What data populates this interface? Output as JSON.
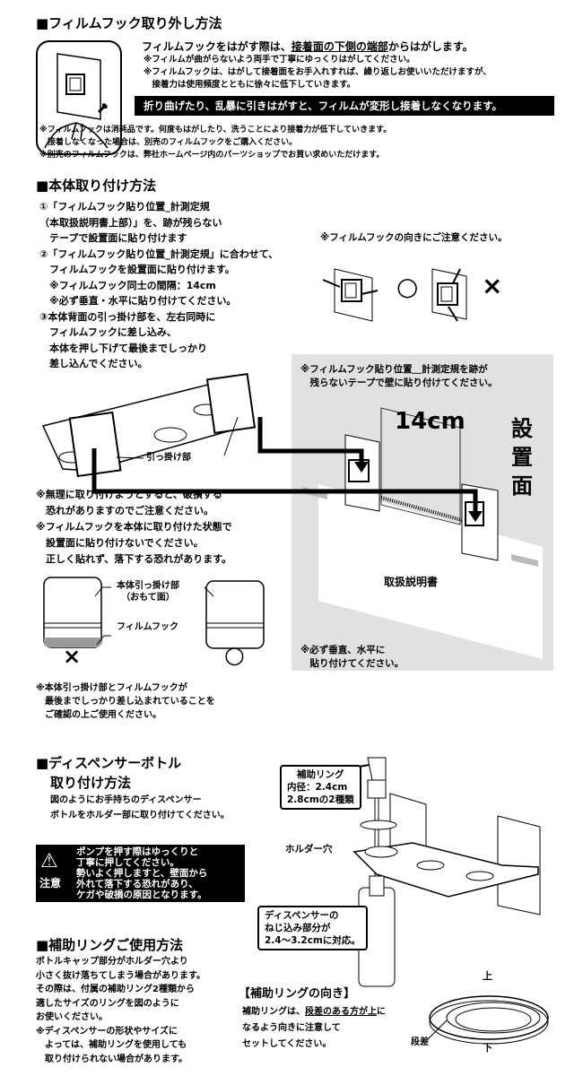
{
  "removal": {
    "title": "■フィルムフック取り外し方法",
    "lead_prefix": "フィルムフックをはがす際は、",
    "lead_emph": "接着面の下側の端部",
    "lead_suffix": "からはがします。",
    "notes": [
      "※フィルムが曲がらないよう両手で丁寧にゆっくりはがしてください。",
      "※フィルムフックは、はがして接着面をお手入れすれば、繰り返しお使いいただけますが、",
      "　接着力は使用頻度とともに徐々に低下していきます。"
    ],
    "warning": "折り曲げたり、乱暴に引きはがすと、フィルムが変形し接着しなくなります。",
    "footnotes": [
      "※フィルムフックは消耗品です。何度もはがしたり、洗うことにより接着力が低下していきます。",
      "　接着しなくなった場合は、別売のフィルムフックをご購入ください。",
      "※別売のフィルムフックは、弊社ホームページ内のパーツショップでお買い求めいただけます。"
    ]
  },
  "mount": {
    "title": "■本体取り付け方法",
    "steps": [
      "①「フィルムフック貼り位置_計測定規",
      "（本取扱説明書上部）」を、跡が残らない",
      "　テープで設置面に貼り付けます",
      "②「フィルムフック貼り位置_計測定規」に合わせて、",
      "　フィルムフックを設置面に貼り付けます。",
      "　※フィルムフック同士の間隔：14cm",
      "　※必ず垂直・水平に貼り付けてください。",
      "③本体背面の引っ掛け部を、左右同時に",
      "　フィルムフックに差し込み、",
      "　本体を押し下げて最後までしっかり",
      "　差し込んでください。"
    ],
    "orientation_note": "※フィルムフックの向きにご注意ください。",
    "ok_mark": "○",
    "ng_mark": "×",
    "hook_label": "引っ掛け部",
    "cautions": [
      "※無理に取り付けようとすると、破損する",
      "　恐れがありますのでご注意ください。",
      "※フィルムフックを本体に取り付けた状態で",
      "　設置面に貼り付けないでください。",
      "　正しく貼れず、落下する恐れがあります。"
    ],
    "body_hook_label": [
      "本体引っ掛け部",
      "（おもて面）"
    ],
    "film_hook_label": "フィルムフック",
    "final_note": [
      "※本体引っ掛け部とフィルムフックが",
      "　最後までしっかり差し込まれていることを",
      "　ご確認の上ご使用ください。"
    ],
    "panel": {
      "note": [
        "※フィルムフック貼り位置＿計測定規を跡が",
        "　残らないテープで壁に貼り付けてください。"
      ],
      "distance": "14cm",
      "surface_label": [
        "設",
        "置",
        "面"
      ],
      "manual_label": "取扱説明書",
      "bottom_note": [
        "※必ず垂直、水平に",
        "　貼り付けてください。"
      ]
    }
  },
  "dispenser": {
    "title_line1": "■ディスペンサーボトル",
    "title_line2": "取り付け方法",
    "body": [
      "図のようにお手持ちのディスペンサー",
      "ボトルをホルダー部に取り付けてください。"
    ],
    "caution_label": "注意",
    "caution": [
      "ポンプを押す際はゆっくりと",
      "丁寧に押してください。",
      "勢いよく押しますと、壁面から",
      "外れて落下する恐れがあり、",
      "ケガや破損の原因となります。"
    ],
    "ring_callout": {
      "title": "補助リング",
      "lines": [
        "内径：2.4cm",
        "2.8cmの2種類"
      ]
    },
    "holder_hole": "ホルダー穴",
    "thread_callout": [
      "ディスペンサーの",
      "ねじ込み部分が",
      "2.4〜3.2cmに対応。"
    ]
  },
  "ring": {
    "title": "■補助リングご使用方法",
    "body": [
      "ボトルキャップ部分がホルダー穴より",
      "小さく抜け落ちてしまう場合があります。",
      "その際は、付属の補助リング2種類から",
      "適したサイズのリングを図のように",
      "お使いください。",
      "※ディスペンサーの形状やサイズに",
      "　よっては、補助リングを使用しても",
      "　取り付けられない場合があります。"
    ],
    "orientation_title": "【補助リングの向き】",
    "orientation_prefix": "補助リングは、",
    "orientation_emph": "段差のある方が上",
    "orientation_suffix": "に",
    "orientation_lines": [
      "なるよう向きに注意して",
      "セットしてください。"
    ],
    "top_label": "上",
    "bottom_label": "下",
    "step_label": "段差"
  }
}
